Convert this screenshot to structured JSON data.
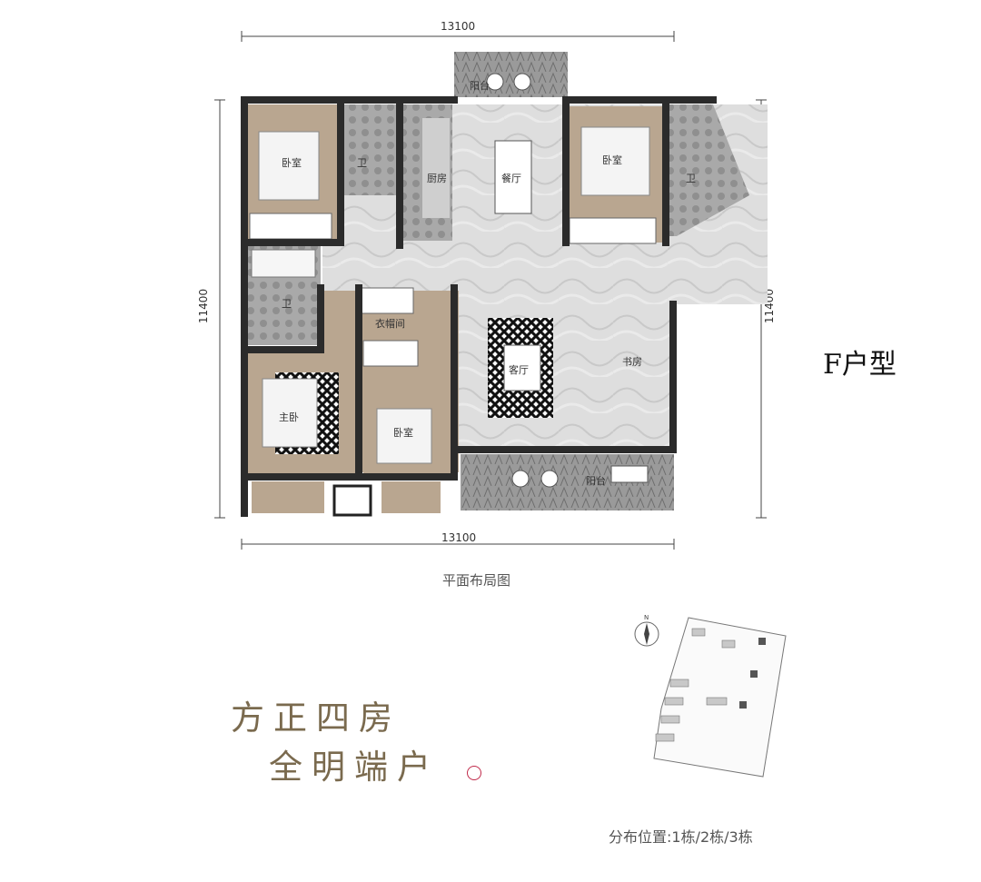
{
  "dimensions": {
    "top": "13100",
    "bottom": "13100",
    "left": "11400",
    "right": "11400"
  },
  "rooms": {
    "bedroom_nw": "卧室",
    "bath_nw": "卫",
    "kitchen": "厨房",
    "dining": "餐厅",
    "balcony_n": "阳台",
    "bedroom_ne": "卧室",
    "bath_ne": "卫",
    "bath_w": "卫",
    "closet": "衣帽间",
    "living": "客厅",
    "study": "书房",
    "master": "主卧",
    "bedroom_s": "卧室",
    "balcony_s": "阳台"
  },
  "unit_type": "F户型",
  "plan_caption": "平面布局图",
  "slogan": {
    "line1": "方正四房",
    "line2": "全明端户"
  },
  "distribution": "分布位置:1栋/2栋/3栋",
  "site_map": {
    "compass": "N"
  },
  "colors": {
    "wall": "#2b2b2b",
    "wood": "#b8a48f",
    "marble": "#dcdcdc",
    "text_gold": "#7a6a4e",
    "circle": "#c02a4a"
  }
}
